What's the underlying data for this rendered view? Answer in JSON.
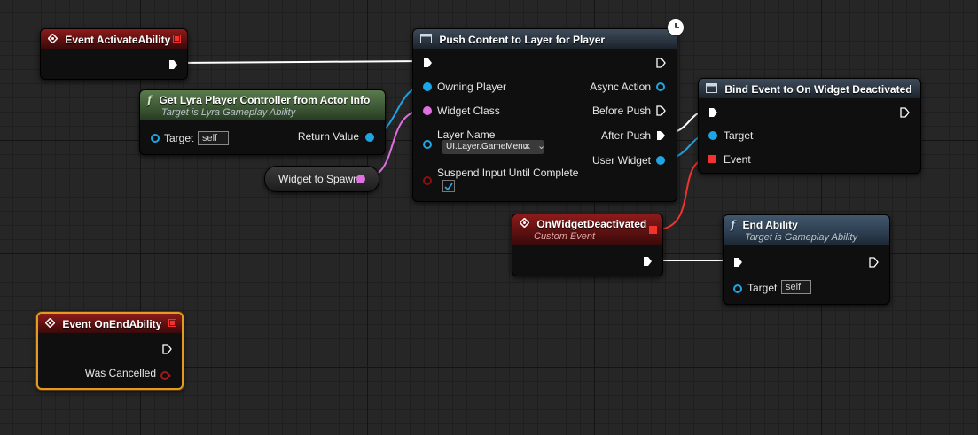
{
  "colors": {
    "exec": "#ffffff",
    "object_pin": "#1ea5e6",
    "class_pin": "#e070e0",
    "delegate_pin": "#f0332e",
    "bool_pin": "#8e0f0f",
    "selection": "#e39b1f"
  },
  "nodes": {
    "event_activate": {
      "title": "Event ActivateAbility",
      "icon": "event-diamond-icon"
    },
    "get_controller": {
      "title": "Get Lyra Player Controller from Actor Info",
      "subtitle": "Target is Lyra Gameplay Ability",
      "target_label": "Target",
      "target_value": "self",
      "return_label": "Return Value",
      "icon": "function-f-icon"
    },
    "widget_to_spawn": {
      "label": "Widget to Spawn"
    },
    "push_content": {
      "title": "Push Content to Layer for Player",
      "icon": "async-node-icon",
      "owning_player": "Owning Player",
      "widget_class": "Widget Class",
      "layer_name_label": "Layer Name",
      "layer_name_value": "UI.Layer.GameMenu",
      "suspend_label": "Suspend Input Until Complete",
      "suspend_checked": true,
      "async_action": "Async Action",
      "before_push": "Before Push",
      "after_push": "After Push",
      "user_widget": "User Widget"
    },
    "bind_event": {
      "title": "Bind Event to On Widget Deactivated",
      "target_label": "Target",
      "event_label": "Event",
      "icon": "bind-node-icon"
    },
    "on_widget_deactivated": {
      "title": "OnWidgetDeactivated",
      "subtitle": "Custom Event",
      "icon": "event-diamond-icon"
    },
    "end_ability": {
      "title": "End Ability",
      "subtitle": "Target is Gameplay Ability",
      "target_label": "Target",
      "target_value": "self",
      "icon": "function-f-icon"
    },
    "event_on_end": {
      "title": "Event OnEndAbility",
      "was_cancelled": "Was Cancelled",
      "icon": "event-diamond-icon",
      "selected": true
    }
  }
}
